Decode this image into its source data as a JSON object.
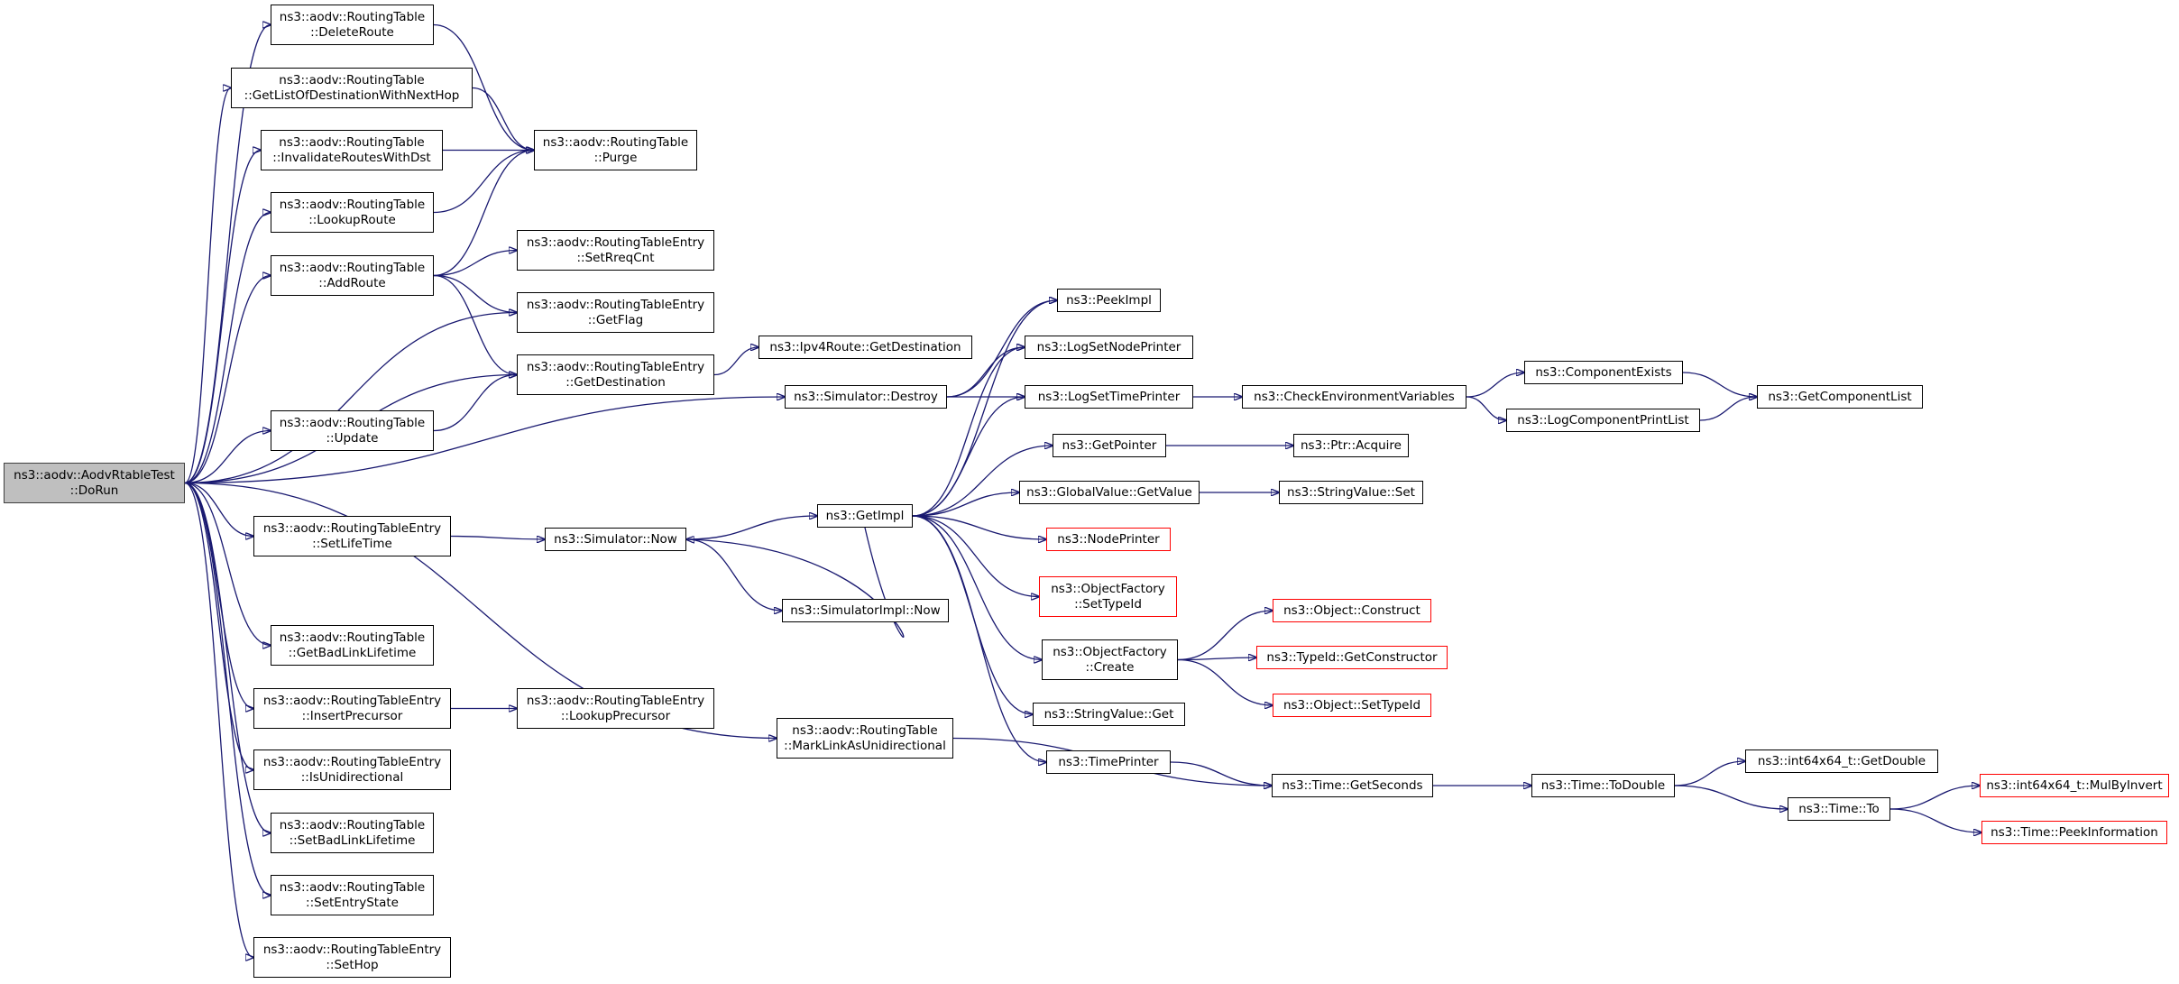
{
  "colors": {
    "edge": "#191970",
    "root_fill": "#bfbfbf",
    "truncated_border": "#ff0000"
  },
  "nodes": {
    "root": [
      "ns3::aodv::AodvRtableTest",
      "::DoRun"
    ],
    "deleteRoute": [
      "ns3::aodv::RoutingTable",
      "::DeleteRoute"
    ],
    "getListDest": [
      "ns3::aodv::RoutingTable",
      "::GetListOfDestinationWithNextHop"
    ],
    "invalidate": [
      "ns3::aodv::RoutingTable",
      "::InvalidateRoutesWithDst"
    ],
    "lookupRoute": [
      "ns3::aodv::RoutingTable",
      "::LookupRoute"
    ],
    "addRoute": [
      "ns3::aodv::RoutingTable",
      "::AddRoute"
    ],
    "update": [
      "ns3::aodv::RoutingTable",
      "::Update"
    ],
    "setLifeTime": [
      "ns3::aodv::RoutingTableEntry",
      "::SetLifeTime"
    ],
    "getBadLink": [
      "ns3::aodv::RoutingTable",
      "::GetBadLinkLifetime"
    ],
    "insertPrec": [
      "ns3::aodv::RoutingTableEntry",
      "::InsertPrecursor"
    ],
    "isUnidir": [
      "ns3::aodv::RoutingTableEntry",
      "::IsUnidirectional"
    ],
    "setBadLink": [
      "ns3::aodv::RoutingTable",
      "::SetBadLinkLifetime"
    ],
    "setEntryState": [
      "ns3::aodv::RoutingTable",
      "::SetEntryState"
    ],
    "setHop": [
      "ns3::aodv::RoutingTableEntry",
      "::SetHop"
    ],
    "purge": [
      "ns3::aodv::RoutingTable",
      "::Purge"
    ],
    "setRreq": [
      "ns3::aodv::RoutingTableEntry",
      "::SetRreqCnt"
    ],
    "getFlag": [
      "ns3::aodv::RoutingTableEntry",
      "::GetFlag"
    ],
    "getDest": [
      "ns3::aodv::RoutingTableEntry",
      "::GetDestination"
    ],
    "lookupPrec": [
      "ns3::aodv::RoutingTableEntry",
      "::LookupPrecursor"
    ],
    "ipv4Dest": [
      "ns3::Ipv4Route::GetDestination"
    ],
    "simDestroy": [
      "ns3::Simulator::Destroy"
    ],
    "simNow": [
      "ns3::Simulator::Now"
    ],
    "simImplNow": [
      "ns3::SimulatorImpl::Now"
    ],
    "markLink": [
      "ns3::aodv::RoutingTable",
      "::MarkLinkAsUnidirectional"
    ],
    "getImpl": [
      "ns3::GetImpl"
    ],
    "peekImpl": [
      "ns3::PeekImpl"
    ],
    "logNodePrinter": [
      "ns3::LogSetNodePrinter"
    ],
    "logTimePrinter": [
      "ns3::LogSetTimePrinter"
    ],
    "getPointer": [
      "ns3::GetPointer"
    ],
    "globalGet": [
      "ns3::GlobalValue::GetValue"
    ],
    "nodePrinter": [
      "ns3::NodePrinter"
    ],
    "ofSetTypeId": [
      "ns3::ObjectFactory",
      "::SetTypeId"
    ],
    "ofCreate": [
      "ns3::ObjectFactory",
      "::Create"
    ],
    "strValGet": [
      "ns3::StringValue::Get"
    ],
    "timePrinter": [
      "ns3::TimePrinter"
    ],
    "checkEnv": [
      "ns3::CheckEnvironmentVariables"
    ],
    "ptrAcquire": [
      "ns3::Ptr::Acquire"
    ],
    "strValSet": [
      "ns3::StringValue::Set"
    ],
    "objConstruct": [
      "ns3::Object::Construct"
    ],
    "typeIdCtor": [
      "ns3::TypeId::GetConstructor"
    ],
    "objSetTypeId": [
      "ns3::Object::SetTypeId"
    ],
    "timeGetSec": [
      "ns3::Time::GetSeconds"
    ],
    "timeToDouble": [
      "ns3::Time::ToDouble"
    ],
    "int64GetDouble": [
      "ns3::int64x64_t::GetDouble"
    ],
    "timeTo": [
      "ns3::Time::To"
    ],
    "int64Mul": [
      "ns3::int64x64_t::MulByInvert"
    ],
    "timePeek": [
      "ns3::Time::PeekInformation"
    ],
    "compExists": [
      "ns3::ComponentExists"
    ],
    "logCompPrint": [
      "ns3::LogComponentPrintList"
    ],
    "getCompList": [
      "ns3::GetComponentList"
    ]
  },
  "truncated_nodes": [
    "nodePrinter",
    "ofSetTypeId",
    "objConstruct",
    "typeIdCtor",
    "objSetTypeId",
    "int64Mul",
    "timePeek"
  ],
  "edges": [
    [
      "root",
      "deleteRoute"
    ],
    [
      "root",
      "getListDest"
    ],
    [
      "root",
      "invalidate"
    ],
    [
      "root",
      "lookupRoute"
    ],
    [
      "root",
      "addRoute"
    ],
    [
      "root",
      "getFlag"
    ],
    [
      "root",
      "getDest"
    ],
    [
      "root",
      "update"
    ],
    [
      "root",
      "simDestroy"
    ],
    [
      "root",
      "setLifeTime"
    ],
    [
      "root",
      "getBadLink"
    ],
    [
      "root",
      "insertPrec"
    ],
    [
      "root",
      "isUnidir"
    ],
    [
      "root",
      "setBadLink"
    ],
    [
      "root",
      "setEntryState"
    ],
    [
      "root",
      "setHop"
    ],
    [
      "root",
      "markLink"
    ],
    [
      "deleteRoute",
      "purge"
    ],
    [
      "getListDest",
      "purge"
    ],
    [
      "invalidate",
      "purge"
    ],
    [
      "lookupRoute",
      "purge"
    ],
    [
      "addRoute",
      "purge"
    ],
    [
      "addRoute",
      "setRreq"
    ],
    [
      "addRoute",
      "getFlag"
    ],
    [
      "addRoute",
      "getDest"
    ],
    [
      "update",
      "getDest"
    ],
    [
      "getDest",
      "ipv4Dest"
    ],
    [
      "insertPrec",
      "lookupPrec"
    ],
    [
      "setLifeTime",
      "simNow"
    ],
    [
      "simNow",
      "getImpl"
    ],
    [
      "simNow",
      "simImplNow"
    ],
    [
      "simDestroy",
      "peekImpl"
    ],
    [
      "simDestroy",
      "logNodePrinter"
    ],
    [
      "simDestroy",
      "logTimePrinter"
    ],
    [
      "getImpl",
      "peekImpl"
    ],
    [
      "getImpl",
      "logNodePrinter"
    ],
    [
      "getImpl",
      "logTimePrinter"
    ],
    [
      "getImpl",
      "getPointer"
    ],
    [
      "getImpl",
      "globalGet"
    ],
    [
      "getImpl",
      "nodePrinter"
    ],
    [
      "getImpl",
      "ofSetTypeId"
    ],
    [
      "getImpl",
      "ofCreate"
    ],
    [
      "getImpl",
      "strValGet"
    ],
    [
      "getImpl",
      "timePrinter"
    ],
    [
      "getImpl",
      "simNow"
    ],
    [
      "logTimePrinter",
      "checkEnv"
    ],
    [
      "checkEnv",
      "compExists"
    ],
    [
      "checkEnv",
      "logCompPrint"
    ],
    [
      "compExists",
      "getCompList"
    ],
    [
      "logCompPrint",
      "getCompList"
    ],
    [
      "getPointer",
      "ptrAcquire"
    ],
    [
      "globalGet",
      "strValSet"
    ],
    [
      "ofCreate",
      "objConstruct"
    ],
    [
      "ofCreate",
      "typeIdCtor"
    ],
    [
      "ofCreate",
      "objSetTypeId"
    ],
    [
      "timePrinter",
      "timeGetSec"
    ],
    [
      "markLink",
      "timeGetSec"
    ],
    [
      "timeGetSec",
      "timeToDouble"
    ],
    [
      "timeToDouble",
      "int64GetDouble"
    ],
    [
      "timeToDouble",
      "timeTo"
    ],
    [
      "timeTo",
      "int64Mul"
    ],
    [
      "timeTo",
      "timePeek"
    ]
  ]
}
